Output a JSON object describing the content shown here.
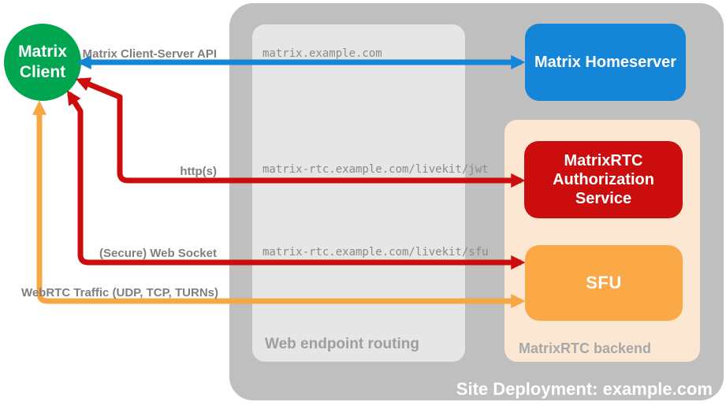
{
  "title": "Site Deployment: example.com",
  "colors": {
    "green": "#00a550",
    "blue": "#1585d8",
    "red": "#cc0d0d",
    "orange": "#fba846",
    "orange-arrow": "#f8a544",
    "peach": "#fce8d2",
    "outer-gray": "#bfbfbf",
    "inner-gray": "#e6e6e6",
    "label-gray": "#7f7f7f",
    "url-gray": "#8a8a8a",
    "section-gray": "#9e9e9e"
  },
  "client": {
    "label": "Matrix Client"
  },
  "deployment": {
    "label": "Site Deployment: example.com"
  },
  "routing": {
    "label": "Web endpoint routing"
  },
  "backend": {
    "label": "MatrixRTC backend"
  },
  "nodes": {
    "homeserver": {
      "label": "Matrix Homeserver"
    },
    "auth_service": {
      "label": "MatrixRTC Authorization Service"
    },
    "sfu": {
      "label": "SFU"
    }
  },
  "connections": [
    {
      "label": "Matrix Client-Server API",
      "endpoint": "matrix.example.com",
      "color": "#1585d8",
      "bidirectional": true
    },
    {
      "label": "http(s)",
      "endpoint": "matrix-rtc.example.com/livekit/jwt",
      "color": "#cc0d0d",
      "bidirectional": true
    },
    {
      "label": "(Secure) Web Socket",
      "endpoint": "matrix-rtc.example.com/livekit/sfu",
      "color": "#cc0d0d",
      "bidirectional": true
    },
    {
      "label": "WebRTC Traffic (UDP, TCP, TURNs)",
      "color": "#f8a544",
      "bidirectional": true
    }
  ]
}
